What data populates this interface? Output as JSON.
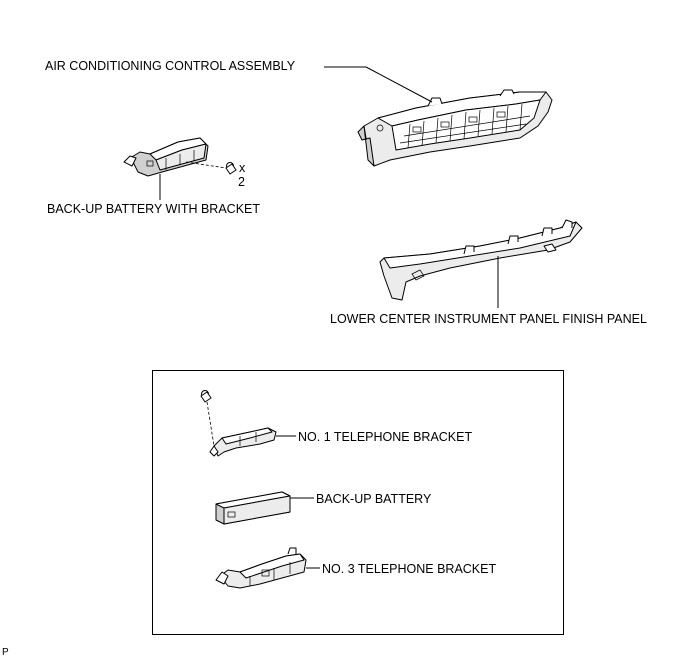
{
  "labels": {
    "ac_control_assembly": "AIR CONDITIONING  CONTROL ASSEMBLY",
    "backup_battery_with_bracket": "BACK-UP BATTERY WITH BRACKET",
    "screw_qty_x": "x",
    "screw_qty_n": "2",
    "lower_center_finish_panel": "LOWER CENTER INSTRUMENT PANEL FINISH PANEL",
    "no1_telephone_bracket": "NO. 1 TELEPHONE BRACKET",
    "backup_battery": "BACK-UP BATTERY",
    "no3_telephone_bracket": "NO. 3 TELEPHONE BRACKET",
    "corner_code": "P"
  }
}
